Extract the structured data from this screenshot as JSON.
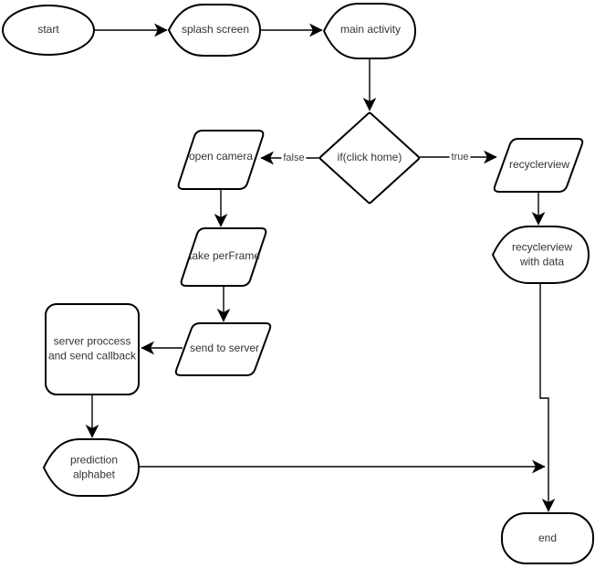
{
  "diagram": {
    "type": "flowchart",
    "background_color": "#ffffff",
    "stroke_color": "#000000",
    "text_color": "#333333",
    "node_fill_color": "#ffffff",
    "nodes": [
      {
        "id": "start",
        "shape": "ellipse",
        "label": "start"
      },
      {
        "id": "splash-screen",
        "shape": "display",
        "label": "splash screen"
      },
      {
        "id": "main-activity",
        "shape": "display",
        "label": "main activity"
      },
      {
        "id": "if-click-home",
        "shape": "decision-diamond",
        "label": "if(click home)"
      },
      {
        "id": "open-camera",
        "shape": "parallelogram",
        "label": "open camera"
      },
      {
        "id": "recyclerview",
        "shape": "parallelogram",
        "label": "recyclerview"
      },
      {
        "id": "take-perframe",
        "shape": "parallelogram",
        "label": "take perFrame"
      },
      {
        "id": "recyclerview-with-data",
        "shape": "display",
        "label": "recyclerview\nwith data"
      },
      {
        "id": "send-to-server",
        "shape": "parallelogram",
        "label": "send to server"
      },
      {
        "id": "server-process",
        "shape": "rounded-rectangle",
        "label": "server proccess\nand send callback"
      },
      {
        "id": "prediction-alphabet",
        "shape": "display",
        "label": "prediction\nalphabet"
      },
      {
        "id": "end",
        "shape": "terminator",
        "label": "end"
      }
    ],
    "edge_labels": {
      "false_branch": "false",
      "true_branch": "true"
    }
  }
}
